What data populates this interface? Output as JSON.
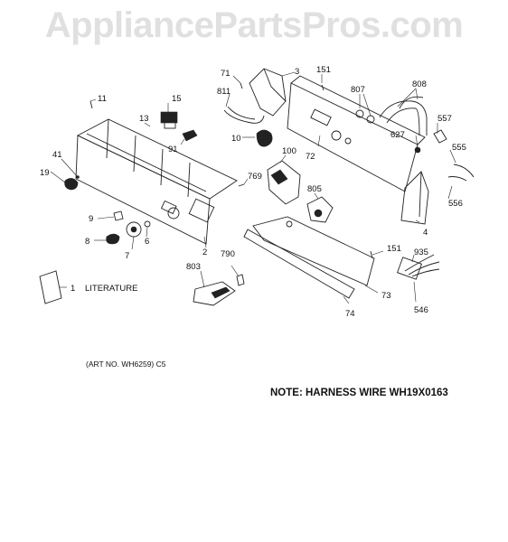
{
  "watermark": "AppliancePartsPros.com",
  "art_no": "(ART NO. WH6259) C5",
  "note": "NOTE: HARNESS WIRE WH19X0163",
  "literature_label": "LITERATURE",
  "callouts": [
    "71",
    "3",
    "151",
    "811",
    "807",
    "808",
    "11",
    "15",
    "13",
    "557",
    "627",
    "10",
    "91",
    "555",
    "100",
    "72",
    "41",
    "769",
    "19",
    "805",
    "556",
    "4",
    "9",
    "2",
    "6",
    "7",
    "8",
    "151",
    "935",
    "790",
    "803",
    "1",
    "73",
    "546",
    "74"
  ]
}
